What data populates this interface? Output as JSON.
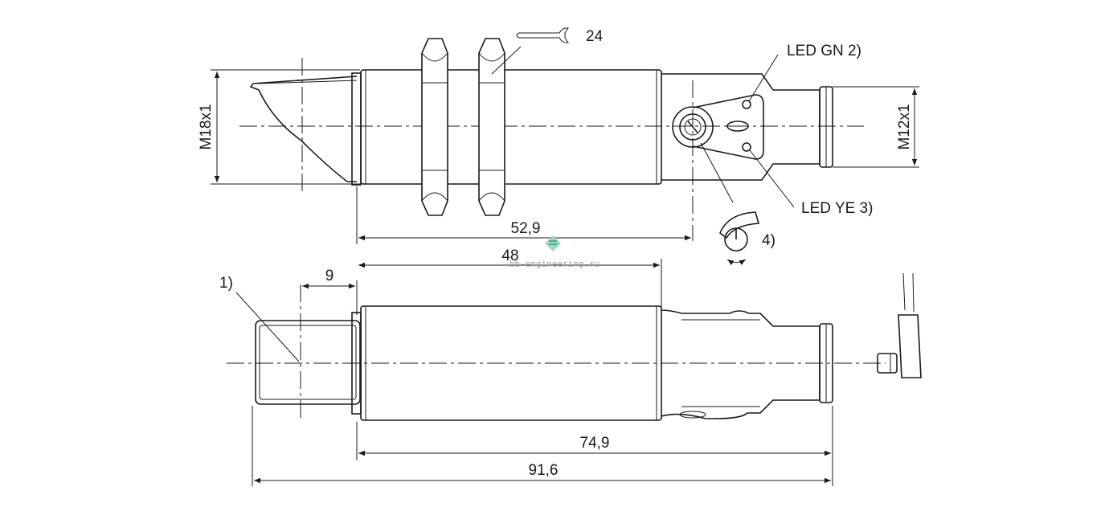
{
  "labels": {
    "wrench_size": "24",
    "led_green": "LED GN 2)",
    "led_yellow": "LED YE 3)",
    "potentiometer": "4)",
    "thread_main": "M18x1",
    "thread_connector": "M12x1",
    "note_1": "1)",
    "dim_529": "52,9",
    "dim_48": "48",
    "dim_9": "9",
    "dim_749": "74,9",
    "dim_916": "91,6"
  },
  "watermark": "bb-engineering.ru"
}
